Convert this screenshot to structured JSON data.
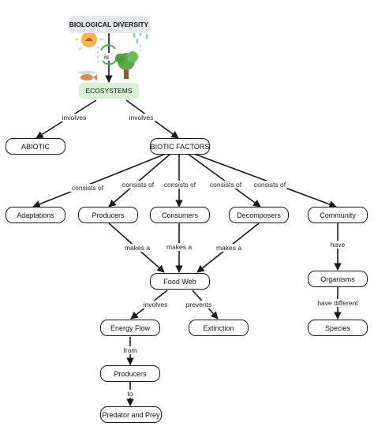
{
  "colors": {
    "line": "#1a1a1a",
    "banner_bg": "#e6e8ea",
    "eco_bg": "#d9efd6",
    "sun": "#f6b64a",
    "leaf": "#5aa84a",
    "water": "#7fc7ee"
  },
  "header": {
    "title": "BIOLOGICAL DIVERSITY",
    "is_label": "is",
    "eco_title": "ECOSYSTEMS",
    "icons": [
      "sun-icon",
      "recycle-icon",
      "tree-icon",
      "rain-icon",
      "fish-icon"
    ]
  },
  "nodes": {
    "abiotic": "ABIOTIC",
    "biotic": "BIOTIC FACTORS",
    "adaptations": "Adaptations",
    "producers": "Producers",
    "consumers": "Consumers",
    "decomposers": "Decomposers",
    "community": "Community",
    "food_web": "Food Web",
    "organisms": "Organisms",
    "energy_flow": "Energy Flow",
    "extinction": "Extinction",
    "species": "Species",
    "producers2": "Producers",
    "predator": "Predator and Prey"
  },
  "links": {
    "involves_left": "involves",
    "involves_right": "involves",
    "consists1": "consists of",
    "consists2": "consists of",
    "consists3": "consists of",
    "consists4": "consists of",
    "consists5": "consists of",
    "makes1": "makes a",
    "makes2": "makes a",
    "makes3": "makes a",
    "have": "have",
    "involves_fw": "involves",
    "prevents": "prevents",
    "have_different": "have different",
    "from": "from",
    "to": "to"
  }
}
